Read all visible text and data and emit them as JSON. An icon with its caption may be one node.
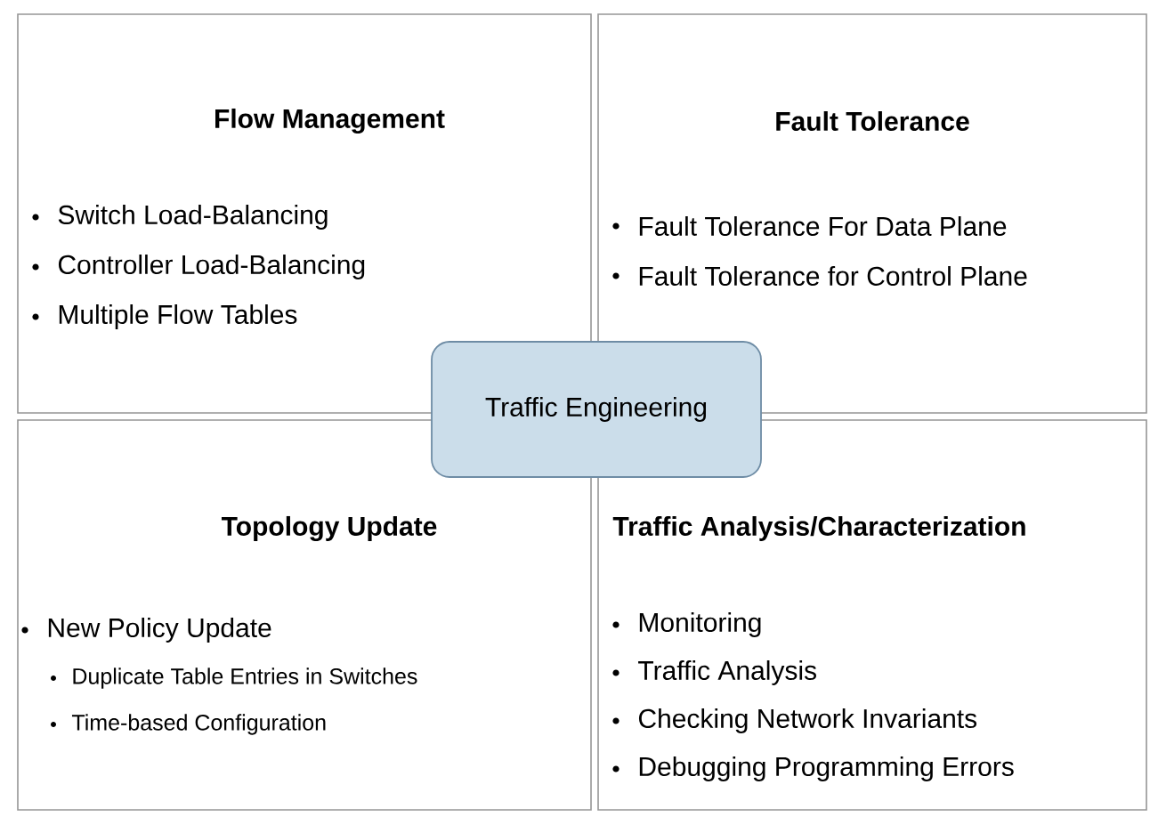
{
  "diagram": {
    "nodes": [
      {
        "text": [
          "Flow Management",
          "Switch Load-Balancing",
          "Controller Load-Balancing",
          "Multiple Flow Tables"
        ]
      },
      {
        "text": [
          "Fault Tolerance",
          "Fault Tolerance For Data Plane",
          "Fault Tolerance for Control Plane"
        ]
      },
      {
        "text": [
          "Topology Update",
          "New Policy Update",
          "Duplicate Table Entries in Switches",
          "Time-based Configuration"
        ]
      },
      {
        "text": [
          "Traffic Analysis/Characterization",
          "Monitoring",
          "Traffic Analysis",
          "Checking Network Invariants",
          "Debugging Programming Errors"
        ]
      },
      {
        "text": [
          "Traffic Engineering"
        ]
      }
    ]
  }
}
